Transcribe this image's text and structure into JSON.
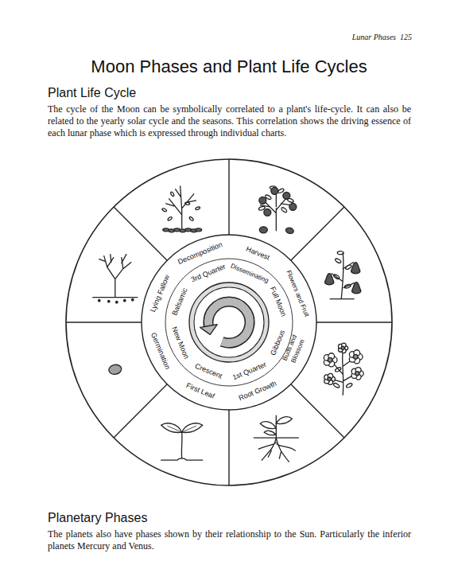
{
  "diagram": {
    "title": "Moon Phases and Plant Life Cycles",
    "nodes": [
      {
        "text": [
          "Decomposition",
          "3rd Quarter"
        ]
      },
      {
        "text": [
          "Harvest",
          "Disseminating"
        ]
      },
      {
        "text": [
          "Flowers and Fruit",
          "Full Moon"
        ]
      },
      {
        "text": [
          "Buds and Blossom",
          "Gibbous"
        ]
      },
      {
        "text": [
          "Root Growth",
          "1st Quarter"
        ]
      },
      {
        "text": [
          "First Leaf",
          "Crescent"
        ]
      },
      {
        "text": [
          "Germination",
          "New Moon"
        ]
      },
      {
        "text": [
          "Lying Fallow",
          "Balsamic"
        ]
      }
    ],
    "labels": [
      "Lunar Phases",
      "125",
      "Plant Life Cycle",
      "The cycle of the Moon can be symbolically correlated to a plant's life-cycle. It can also be related to the yearly solar cycle and the seasons. This correlation shows the driving essence of each lunar phase which is expressed through individual charts.",
      "Planetary Phases",
      "The planets also have phases shown by their relationship to the Sun. Particularly the inferior planets Mercury and Venus."
    ]
  }
}
